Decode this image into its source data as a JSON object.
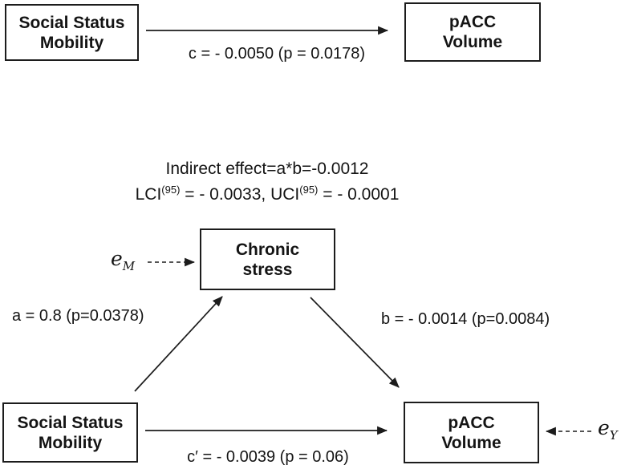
{
  "colors": {
    "ink": "#1c1c1c",
    "background": "#ffffff"
  },
  "boxes": {
    "predictor_top": {
      "line1": "Social Status",
      "line2": "Mobility"
    },
    "outcome_top": {
      "line1": "pACC",
      "line2": "Volume"
    },
    "mediator": {
      "line1": "Chronic",
      "line2": "stress"
    },
    "predictor_bottom": {
      "line1": "Social Status",
      "line2": "Mobility"
    },
    "outcome_bottom": {
      "line1": "pACC",
      "line2": "Volume"
    }
  },
  "paths": {
    "c_label": "c = - 0.0050 (p = 0.0178)",
    "a_label": "a = 0.8 (p=0.0378)",
    "b_label": "b = - 0.0014 (p=0.0084)",
    "c_prime_label": "c′ = - 0.0039 (p = 0.06)"
  },
  "indirect_effect": {
    "line1": "Indirect effect=a*b=-0.0012",
    "lci_label": "LCI",
    "lci_sup": "(95)",
    "lci_value": " = - 0.0033, ",
    "uci_label": "UCI",
    "uci_sup": "(95)",
    "uci_value": " = - 0.0001"
  },
  "error_terms": {
    "mediator": {
      "symbol": "e",
      "subscript": "M"
    },
    "outcome": {
      "symbol": "e",
      "subscript": "Y"
    }
  }
}
